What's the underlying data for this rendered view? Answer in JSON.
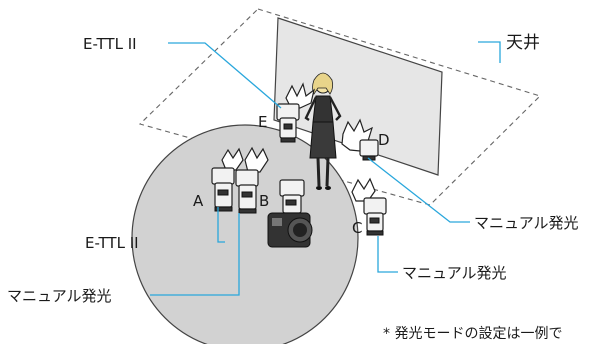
{
  "labels": {
    "ceiling": "天井",
    "ettl_top": "E-TTL II",
    "ettl_left": "E-TTL II",
    "manual_left": "マニュアル発光",
    "manual_right_upper": "マニュアル発光",
    "manual_right_lower": "マニュアル発光"
  },
  "flash_letters": {
    "a": "A",
    "b": "B",
    "c": "C",
    "d": "D",
    "e": "E"
  },
  "footnote": "* 発光モードの設定は一例で",
  "colors": {
    "leader": "#2aa7dc",
    "floor": "#d2d2d2",
    "backdrop": "#e6e6e6",
    "dress": "#333333"
  },
  "icons": [
    "camera-icon",
    "speedlite-flash-icon",
    "person-figure-icon"
  ]
}
